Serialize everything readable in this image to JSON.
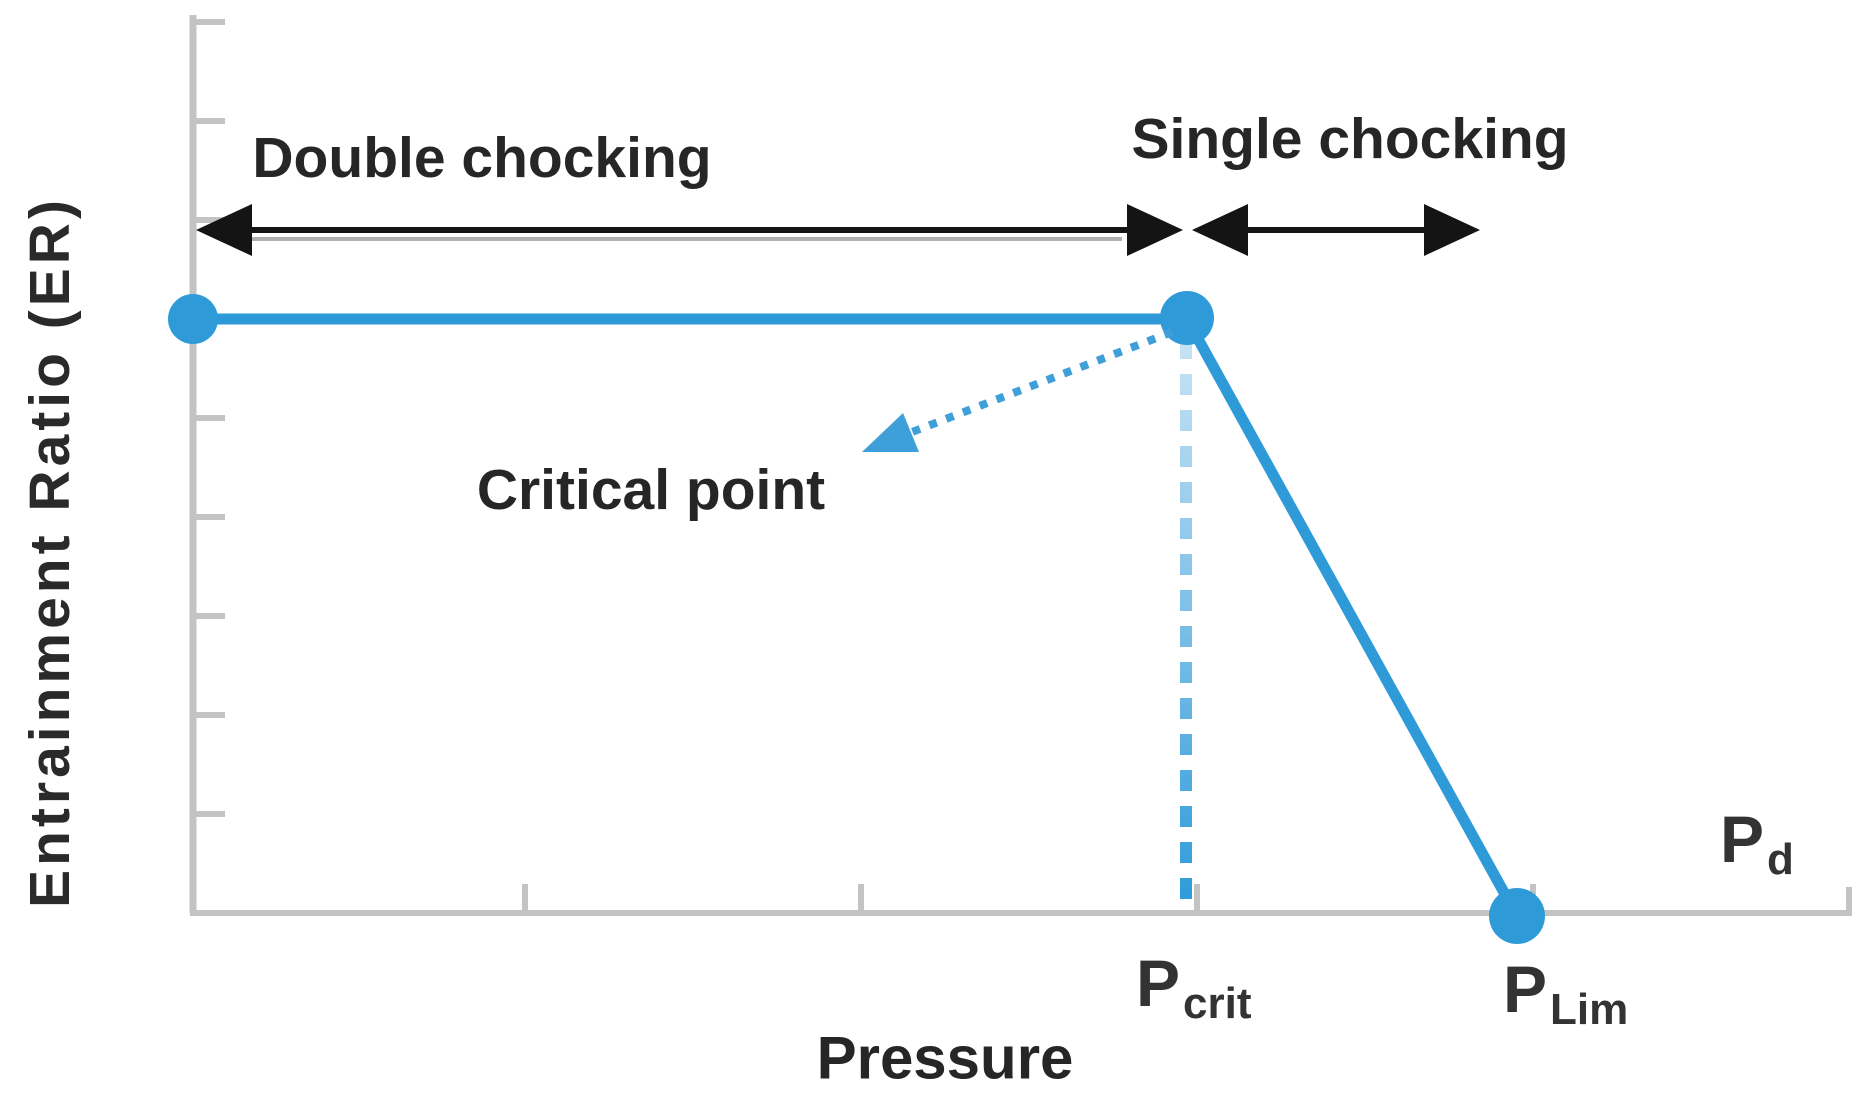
{
  "chart_data": {
    "type": "line",
    "title": "",
    "xlabel": "Pressure",
    "ylabel": "Entrainment Ratio (ER)",
    "axes_numeric_labels": false,
    "grid": false,
    "legend": "none",
    "series": [
      {
        "name": "Entrainment ratio vs discharge pressure",
        "color": "#2e9bd8",
        "shape": "horizontal plateau then steep linear drop",
        "points": [
          {
            "x": "left end of axis",
            "y": "ER_plateau (constant maximum)"
          },
          {
            "x": "P_crit",
            "y": "ER_plateau (constant maximum)"
          },
          {
            "x": "P_Lim",
            "y": "0 (on x-axis)"
          }
        ],
        "markers": "filled circles at start point, critical point and P_Lim point"
      }
    ],
    "regions": [
      {
        "label": "Double chocking",
        "from_x": "axis origin",
        "to_x": "P_crit",
        "indicator": "black double-headed arrow"
      },
      {
        "label": "Single chocking",
        "from_x": "P_crit",
        "to_x": "right of P_crit",
        "indicator": "black double-headed arrow"
      }
    ],
    "annotations": [
      {
        "text": "Critical point",
        "target": "bend of curve at (P_crit, ER_plateau)",
        "style": "dotted light-blue arrow pointing from text toward the bend"
      },
      {
        "text": "dashed vertical guide line from critical point down to x-axis at P_crit"
      }
    ],
    "x_point_labels": [
      {
        "main": "P",
        "sub": "crit"
      },
      {
        "main": "P",
        "sub": "Lim"
      }
    ],
    "x_axis_far_label": {
      "main": "P",
      "sub": "d"
    }
  },
  "labels": {
    "ylabel": "Entrainment Ratio (ER)",
    "xlabel": "Pressure",
    "double_chocking": "Double chocking",
    "single_chocking": "Single chocking",
    "critical_point": "Critical point",
    "pcrit": {
      "main": "P",
      "sub": "crit"
    },
    "plim": {
      "main": "P",
      "sub": "Lim"
    },
    "pd": {
      "main": "P",
      "sub": "d"
    }
  },
  "colors": {
    "curve_blue": "#2e9bd8",
    "dashed_guide_top": "#c9e4f5",
    "dashed_guide_bottom": "#2d9ad9",
    "annotation_blue": "#3f9fd9",
    "axis_gray": "#c3c3c3",
    "arrow_black": "#141414",
    "arrow_shadow_gray": "#b0b0b0",
    "text_dark": "#262626"
  }
}
